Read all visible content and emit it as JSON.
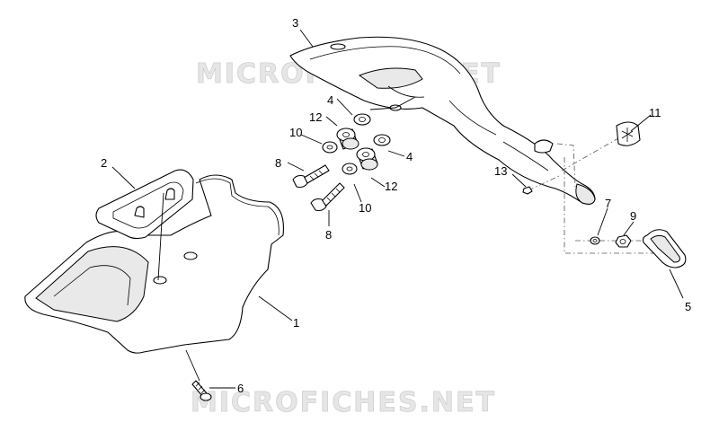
{
  "watermark_text": "MICROFICHES.NET",
  "callouts": {
    "c1": "1",
    "c2": "2",
    "c3": "3",
    "c4a": "4",
    "c4b": "4",
    "c5": "5",
    "c6": "6",
    "c7": "7",
    "c8a": "8",
    "c8b": "8",
    "c9": "9",
    "c10a": "10",
    "c10b": "10",
    "c11": "11",
    "c12a": "12",
    "c12b": "12",
    "c13": "13"
  }
}
